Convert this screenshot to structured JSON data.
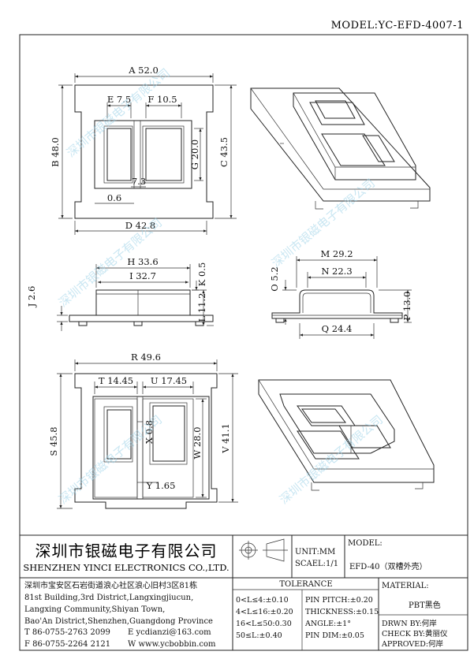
{
  "header": {
    "model_code": "MODEL:YC-EFD-4007-1"
  },
  "watermark": {
    "text": "深圳市银磁电子有限公司"
  },
  "dimensions": {
    "a": "A 52.0",
    "b": "B 48.0",
    "c": "C 43.5",
    "d": "D 42.8",
    "e": "E 7.5",
    "f": "F 10.5",
    "g": "G 20.0",
    "val_73": "7.3",
    "val_06": "0.6",
    "h": "H 33.6",
    "i": "I 32.7",
    "j": "J 2.6",
    "k": "K 0.5",
    "l": "L 11.2",
    "m": "M 29.2",
    "n": "N 22.3",
    "o": "O 5.2",
    "p": "P 13.0",
    "q": "Q 24.4",
    "r": "R 49.6",
    "s": "S 45.8",
    "t": "T 14.45",
    "u": "U 17.45",
    "v": "V 41.1",
    "w": "W 28.0",
    "x": "X 0.8",
    "y": "Y 1.65"
  },
  "title_block": {
    "company_cn": "深圳市银磁电子有限公司",
    "company_en": "SHENZHEN YINCI ELECTRONICS CO.,LTD.",
    "unit": "UNIT:MM",
    "scale": "SCAEL:1/1",
    "model_label": "MODEL:",
    "model_value": "EFD-40（双槽外壳）",
    "address_cn": "深圳市宝安区石岩街道浪心社区浪心旧村3区81栋",
    "address_en": [
      "81st Building,3rd District,Langxingjiucun,",
      "Langxing Community,Shiyan Town,",
      "Bao'An District,Shenzhen,Guangdong Province"
    ],
    "tel": "T 86-0755-2763 2099",
    "email": "E ycdianzi@163.com",
    "fax": "F 86-0755-2264 2121",
    "web": "W www.ycbobbin.com",
    "tolerance_title": "TOLERANCE",
    "tol_rows": [
      "0<L≤4:±0.10",
      "4<L≤16:±0.20",
      "16<L≤50:0.30",
      "50≤L:±0.40"
    ],
    "pin_rows": [
      "PIN PITCH:±0.20",
      "THICKNESS:±0.15",
      "ANGLE:±1°",
      "PIN DIM:±0.05"
    ],
    "material_label": "MATERIAL:",
    "material_value": "PBT黑色",
    "drawn_by": "DRWN BY:何岸",
    "check_by": "CHECK BY:黄丽仪",
    "approved": "APPROVED:何岸"
  }
}
